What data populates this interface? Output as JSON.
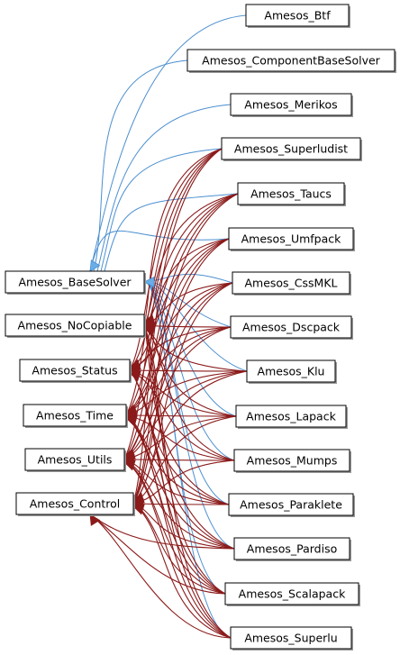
{
  "bases": [
    {
      "id": "base",
      "label": "Amesos_BaseSolver"
    },
    {
      "id": "nocopy",
      "label": "Amesos_NoCopiable"
    },
    {
      "id": "status",
      "label": "Amesos_Status"
    },
    {
      "id": "time",
      "label": "Amesos_Time"
    },
    {
      "id": "utils",
      "label": "Amesos_Utils"
    },
    {
      "id": "control",
      "label": "Amesos_Control"
    }
  ],
  "solvers": [
    {
      "id": "btf",
      "label": "Amesos_Btf"
    },
    {
      "id": "component",
      "label": "Amesos_ComponentBaseSolver"
    },
    {
      "id": "merikos",
      "label": "Amesos_Merikos"
    },
    {
      "id": "superludist",
      "label": "Amesos_Superludist"
    },
    {
      "id": "taucs",
      "label": "Amesos_Taucs"
    },
    {
      "id": "umfpack",
      "label": "Amesos_Umfpack"
    },
    {
      "id": "cssmkl",
      "label": "Amesos_CssMKL"
    },
    {
      "id": "dscpack",
      "label": "Amesos_Dscpack"
    },
    {
      "id": "klu",
      "label": "Amesos_Klu"
    },
    {
      "id": "lapack",
      "label": "Amesos_Lapack"
    },
    {
      "id": "mumps",
      "label": "Amesos_Mumps"
    },
    {
      "id": "paraklete",
      "label": "Amesos_Paraklete"
    },
    {
      "id": "pardiso",
      "label": "Amesos_Pardiso"
    },
    {
      "id": "scalapack",
      "label": "Amesos_Scalapack"
    },
    {
      "id": "superlu",
      "label": "Amesos_Superlu"
    }
  ],
  "colors": {
    "inherit_edge": "#4b8fd0",
    "inherit_head": "#6aaee8",
    "member_edge": "#8b1a1a"
  }
}
